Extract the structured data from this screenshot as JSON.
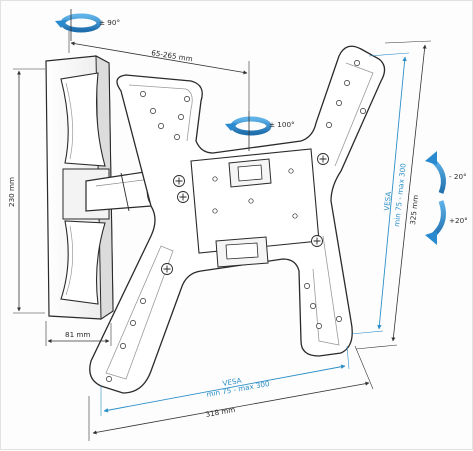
{
  "labels": {
    "rot_90": "± 90°",
    "arm_range": "65-265 mm",
    "rot_100": "± 100°",
    "tilt_up": "- 20°",
    "tilt_down": "+20°",
    "height_230": "230 mm",
    "depth_81": "81 mm",
    "width_318": "318 mm",
    "height_325": "325 mm",
    "vesa_h_title": "VESA",
    "vesa_h_range": "min 75 - max 300",
    "vesa_v_title": "VESA",
    "vesa_v_range": "min 75 - max 300"
  },
  "colors": {
    "outline": "#2a2a2a",
    "dimension_black": "#333333",
    "dimension_blue": "#2c8fc7",
    "arrow_blue": "#2a8ad0",
    "bracket_fill": "#ffffff"
  },
  "icons": {
    "swivel": "circular-rotation-arrow-icon",
    "tilt": "curved-tilt-arrow-icon"
  }
}
